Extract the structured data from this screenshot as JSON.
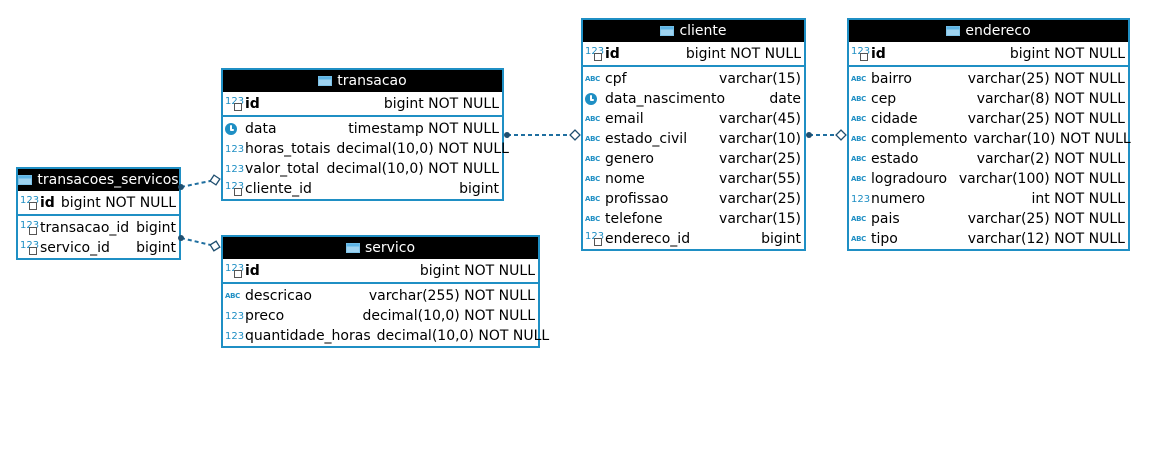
{
  "entities": {
    "transacoes_servicos": {
      "name": "transacoes_servicos",
      "pk": {
        "name": "id",
        "type": "bigint NOT NULL"
      },
      "columns": [
        {
          "icon": "fk-icon",
          "name": "transacao_id",
          "type": "bigint"
        },
        {
          "icon": "fk-icon",
          "name": "servico_id",
          "type": "bigint"
        }
      ]
    },
    "transacao": {
      "name": "transacao",
      "pk": {
        "name": "id",
        "type": "bigint NOT NULL"
      },
      "columns": [
        {
          "icon": "clock-icon",
          "name": "data",
          "type": "timestamp NOT NULL"
        },
        {
          "icon": "numeric-icon",
          "name": "horas_totais",
          "type": "decimal(10,0) NOT NULL"
        },
        {
          "icon": "numeric-icon",
          "name": "valor_total",
          "type": "decimal(10,0) NOT NULL"
        },
        {
          "icon": "fk-icon",
          "name": "cliente_id",
          "type": "bigint"
        }
      ]
    },
    "servico": {
      "name": "servico",
      "pk": {
        "name": "id",
        "type": "bigint NOT NULL"
      },
      "columns": [
        {
          "icon": "text-icon",
          "name": "descricao",
          "type": "varchar(255) NOT NULL"
        },
        {
          "icon": "numeric-icon",
          "name": "preco",
          "type": "decimal(10,0) NOT NULL"
        },
        {
          "icon": "numeric-icon",
          "name": "quantidade_horas",
          "type": "decimal(10,0) NOT NULL"
        }
      ]
    },
    "cliente": {
      "name": "cliente",
      "pk": {
        "name": "id",
        "type": "bigint NOT NULL"
      },
      "columns": [
        {
          "icon": "text-icon",
          "name": "cpf",
          "type": "varchar(15)"
        },
        {
          "icon": "clock-icon",
          "name": "data_nascimento",
          "type": "date"
        },
        {
          "icon": "text-icon",
          "name": "email",
          "type": "varchar(45)"
        },
        {
          "icon": "text-icon",
          "name": "estado_civil",
          "type": "varchar(10)"
        },
        {
          "icon": "text-icon",
          "name": "genero",
          "type": "varchar(25)"
        },
        {
          "icon": "text-icon",
          "name": "nome",
          "type": "varchar(55)"
        },
        {
          "icon": "text-icon",
          "name": "profissao",
          "type": "varchar(25)"
        },
        {
          "icon": "text-icon",
          "name": "telefone",
          "type": "varchar(15)"
        },
        {
          "icon": "fk-icon",
          "name": "endereco_id",
          "type": "bigint"
        }
      ]
    },
    "endereco": {
      "name": "endereco",
      "pk": {
        "name": "id",
        "type": "bigint NOT NULL"
      },
      "columns": [
        {
          "icon": "text-icon",
          "name": "bairro",
          "type": "varchar(25) NOT NULL"
        },
        {
          "icon": "text-icon",
          "name": "cep",
          "type": "varchar(8) NOT NULL"
        },
        {
          "icon": "text-icon",
          "name": "cidade",
          "type": "varchar(25) NOT NULL"
        },
        {
          "icon": "text-icon",
          "name": "complemento",
          "type": "varchar(10) NOT NULL"
        },
        {
          "icon": "text-icon",
          "name": "estado",
          "type": "varchar(2) NOT NULL"
        },
        {
          "icon": "text-icon",
          "name": "logradouro",
          "type": "varchar(100) NOT NULL"
        },
        {
          "icon": "numeric-icon",
          "name": "numero",
          "type": "int NOT NULL"
        },
        {
          "icon": "text-icon",
          "name": "pais",
          "type": "varchar(25) NOT NULL"
        },
        {
          "icon": "text-icon",
          "name": "tipo",
          "type": "varchar(12) NOT NULL"
        }
      ]
    }
  },
  "relationships": [
    {
      "from": "transacoes_servicos",
      "to": "transacao"
    },
    {
      "from": "transacoes_servicos",
      "to": "servico"
    },
    {
      "from": "transacao",
      "to": "cliente"
    },
    {
      "from": "cliente",
      "to": "endereco"
    }
  ],
  "icon_text": {
    "text": "ABC",
    "numeric": "123"
  },
  "colors": {
    "border": "#1f8fc4",
    "header": "#000000",
    "header_text": "#ffffff",
    "link": "#1f6fa0"
  }
}
